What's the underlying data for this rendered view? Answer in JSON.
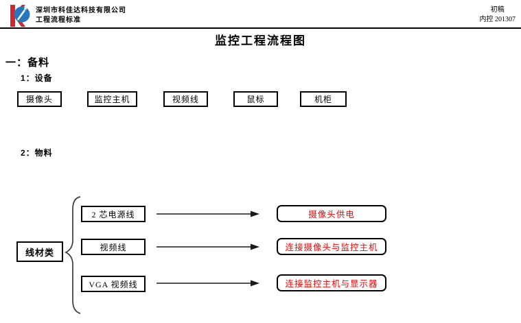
{
  "header": {
    "logo_icon": "kejiada-logo",
    "company_name": "深圳市科佳达科技有限公司",
    "subtitle": "工程流程标准",
    "draft_label": "初稿",
    "doc_number": "内控 201307"
  },
  "title": "监控工程流程图",
  "sections": {
    "section1_label": "一：备料",
    "sub1_label": "1：设备",
    "sub2_label": "2：物料"
  },
  "equipment_boxes": [
    "摄像头",
    "监控主机",
    "视频线",
    "鼠标",
    "机柜"
  ],
  "materials": {
    "category_label": "线材类",
    "rows": [
      {
        "cable": "2 芯电源线",
        "purpose": "摄像头供电"
      },
      {
        "cable": "视频线",
        "purpose": "连接摄像头与监控主机"
      },
      {
        "cable": "VGA 视频线",
        "purpose": "连接监控主机与显示器"
      }
    ]
  },
  "colors": {
    "purpose_text": "#ff0000",
    "line": "#000000",
    "logo_red": "#cc2a30",
    "logo_blue": "#2678be"
  }
}
